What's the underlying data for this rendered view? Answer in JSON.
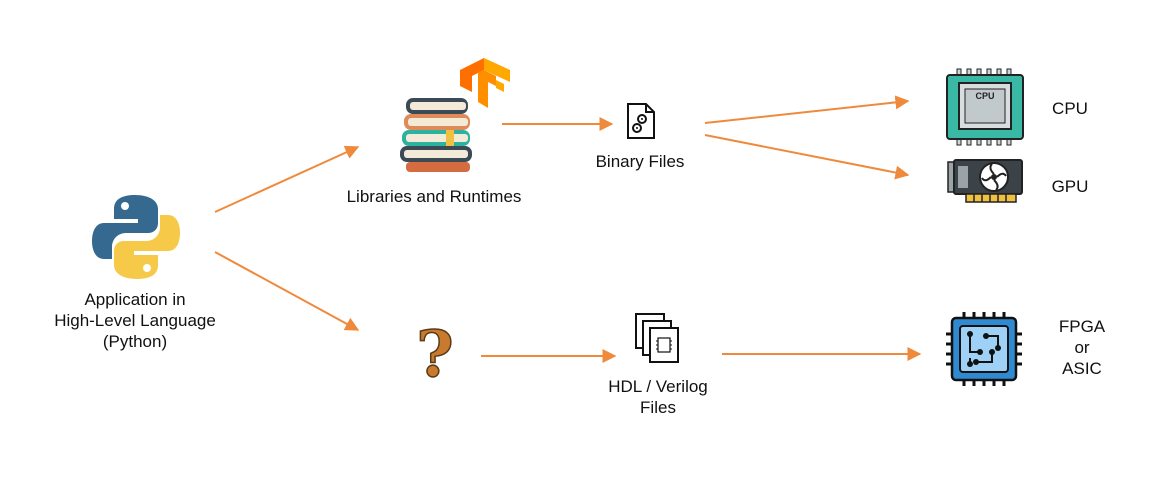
{
  "nodes": {
    "python": {
      "label_lines": [
        "Application in",
        "High-Level Language",
        "(Python)"
      ]
    },
    "libraries": {
      "label": "Libraries and Runtimes"
    },
    "binary": {
      "label": "Binary Files"
    },
    "cpu": {
      "label": "CPU",
      "chip_text": "CPU"
    },
    "gpu": {
      "label": "GPU"
    },
    "unknown": {
      "glyph": "?"
    },
    "hdl": {
      "label_lines": [
        "HDL / Verilog",
        "Files"
      ]
    },
    "fpga": {
      "label_lines": [
        "FPGA",
        "or",
        "ASIC"
      ]
    }
  },
  "colors": {
    "arrow": "#ef8a3c",
    "python_blue": "#35698f",
    "python_yellow": "#f7c948",
    "cpu_teal": "#39b8a6",
    "fpga_blue": "#2f8ad1",
    "question": "#c87a2e"
  },
  "icons": [
    "python-logo-icon",
    "books-icon",
    "tensorflow-icon",
    "binary-file-icon",
    "cpu-chip-icon",
    "gpu-card-icon",
    "question-mark-icon",
    "hdl-files-icon",
    "fpga-chip-icon"
  ]
}
